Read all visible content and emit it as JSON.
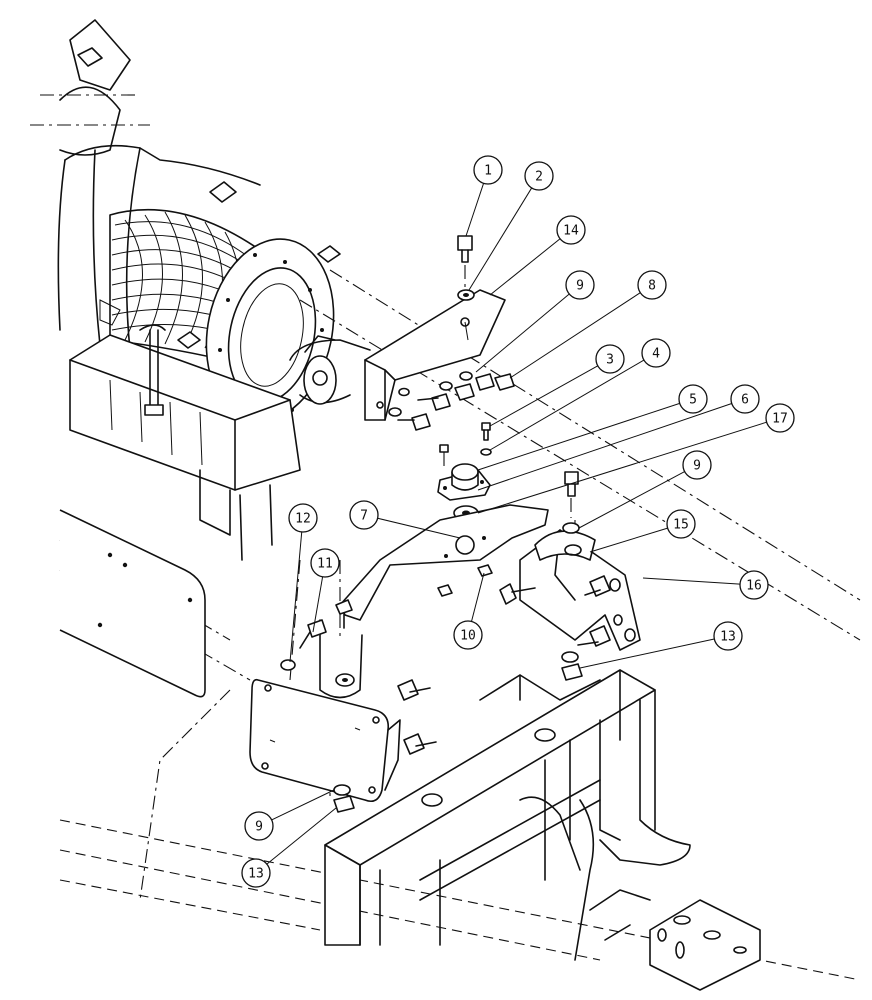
{
  "callouts": [
    {
      "label": "1"
    },
    {
      "label": "2"
    },
    {
      "label": "14"
    },
    {
      "label": "9"
    },
    {
      "label": "8"
    },
    {
      "label": "3"
    },
    {
      "label": "4"
    },
    {
      "label": "5"
    },
    {
      "label": "6"
    },
    {
      "label": "17"
    },
    {
      "label": "9"
    },
    {
      "label": "7"
    },
    {
      "label": "15"
    },
    {
      "label": "16"
    },
    {
      "label": "12"
    },
    {
      "label": "11"
    },
    {
      "label": "10"
    },
    {
      "label": "13"
    },
    {
      "label": "9"
    },
    {
      "label": "13"
    }
  ]
}
